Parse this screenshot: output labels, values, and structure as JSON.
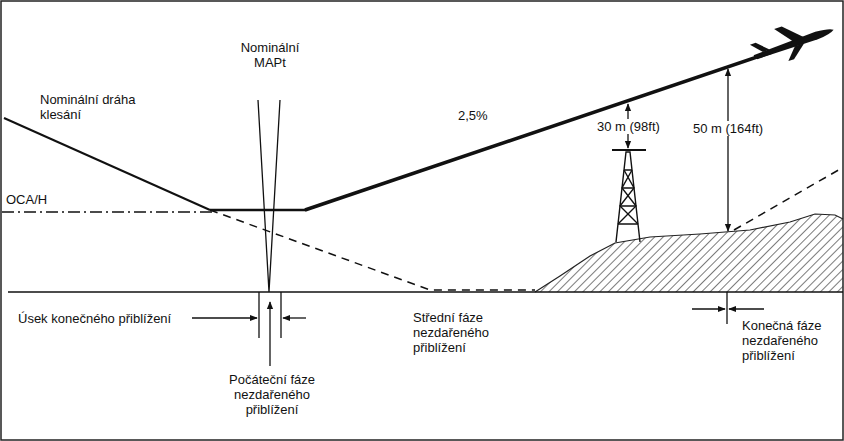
{
  "diagram": {
    "labels": [
      "Nominální MAPt",
      "Nominální dráha klesání",
      "2,5%",
      "30 m (98ft)",
      "50 m (164ft)",
      "OCA/H",
      "Úsek konečného přiblížení",
      "Střední fáze nezdařeného přiblížení",
      "Konečná fáze nezdařeného přiblížení",
      "Počáteční fáze nezdařeného přiblížení"
    ]
  }
}
